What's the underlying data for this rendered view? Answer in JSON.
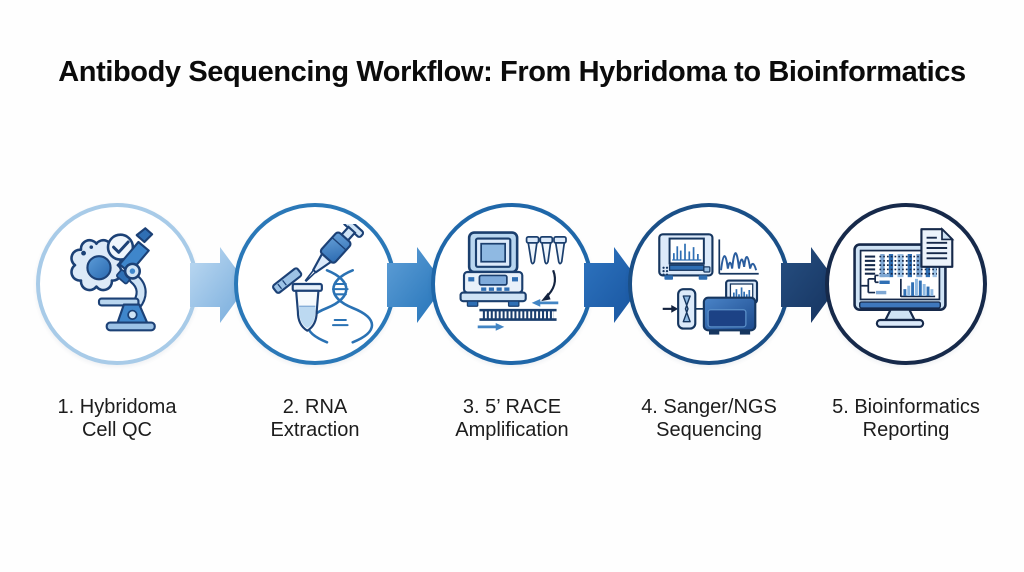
{
  "title": "Antibody Sequencing Workflow: From Hybridoma to Bioinformatics",
  "steps": [
    {
      "label_line1": "1. Hybridoma",
      "label_line2": "Cell QC",
      "icon": "hybridoma-cell-check-microscope-icon",
      "circle_color": "#a8cbe8"
    },
    {
      "label_line1": "2. RNA",
      "label_line2": "Extraction",
      "icon": "pipette-tube-dna-icon",
      "circle_color": "#2a78b8"
    },
    {
      "label_line1": "3. 5’ RACE",
      "label_line2": "Amplification",
      "icon": "thermocycler-pcr-primers-icon",
      "circle_color": "#1f67a9"
    },
    {
      "label_line1": "4. Sanger/NGS",
      "label_line2": "Sequencing",
      "icon": "sequencer-chromatogram-flowcell-icon",
      "circle_color": "#1a4f87"
    },
    {
      "label_line1": "5. Bioinformatics",
      "label_line2": "Reporting",
      "icon": "computer-alignment-report-icon",
      "circle_color": "#16294a"
    }
  ],
  "arrows": [
    {
      "name": "arrow-step1-to-step2",
      "color_from": "#bedaf2",
      "color_to": "#74aadb"
    },
    {
      "name": "arrow-step2-to-step3",
      "color_from": "#5f9fd7",
      "color_to": "#2171b7"
    },
    {
      "name": "arrow-step3-to-step4",
      "color_from": "#2e74bf",
      "color_to": "#17539e"
    },
    {
      "name": "arrow-step4-to-step5",
      "color_from": "#264f81",
      "color_to": "#15325e"
    }
  ],
  "colors": {
    "background": "#ffffff",
    "title_text": "#0b0b0b",
    "caption_text": "#1c1c1c"
  }
}
